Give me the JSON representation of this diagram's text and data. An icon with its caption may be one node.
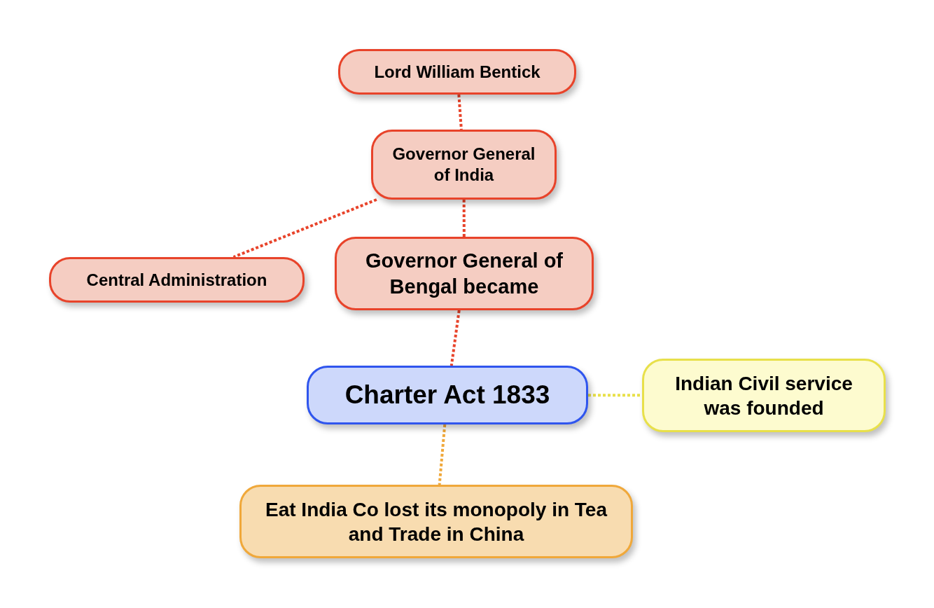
{
  "diagram": {
    "nodes": [
      {
        "text": [
          "Lord William Bentick"
        ]
      },
      {
        "text": [
          "Governor General of India"
        ]
      },
      {
        "text": [
          "Central Administration"
        ]
      },
      {
        "text": [
          "Governor General of Bengal became"
        ]
      },
      {
        "text": [
          "Charter Act 1833"
        ]
      },
      {
        "text": [
          "Indian Civil service was founded"
        ]
      },
      {
        "text": [
          "Eat India Co lost its monopoly in Tea and Trade in China"
        ]
      }
    ],
    "edges": [
      {
        "from": 0,
        "to": 1,
        "arrow": "none",
        "style": "dashed"
      },
      {
        "from": 1,
        "to": 2,
        "arrow": "none",
        "style": "dashed"
      },
      {
        "from": 1,
        "to": 3,
        "arrow": "none",
        "style": "dashed"
      },
      {
        "from": 3,
        "to": 4,
        "arrow": "none",
        "style": "dashed"
      },
      {
        "from": 4,
        "to": 5,
        "arrow": "none",
        "style": "dashed",
        "color": "#e8e04a"
      },
      {
        "from": 4,
        "to": 6,
        "arrow": "none",
        "style": "dashed",
        "color": "#f0a83a"
      }
    ]
  }
}
